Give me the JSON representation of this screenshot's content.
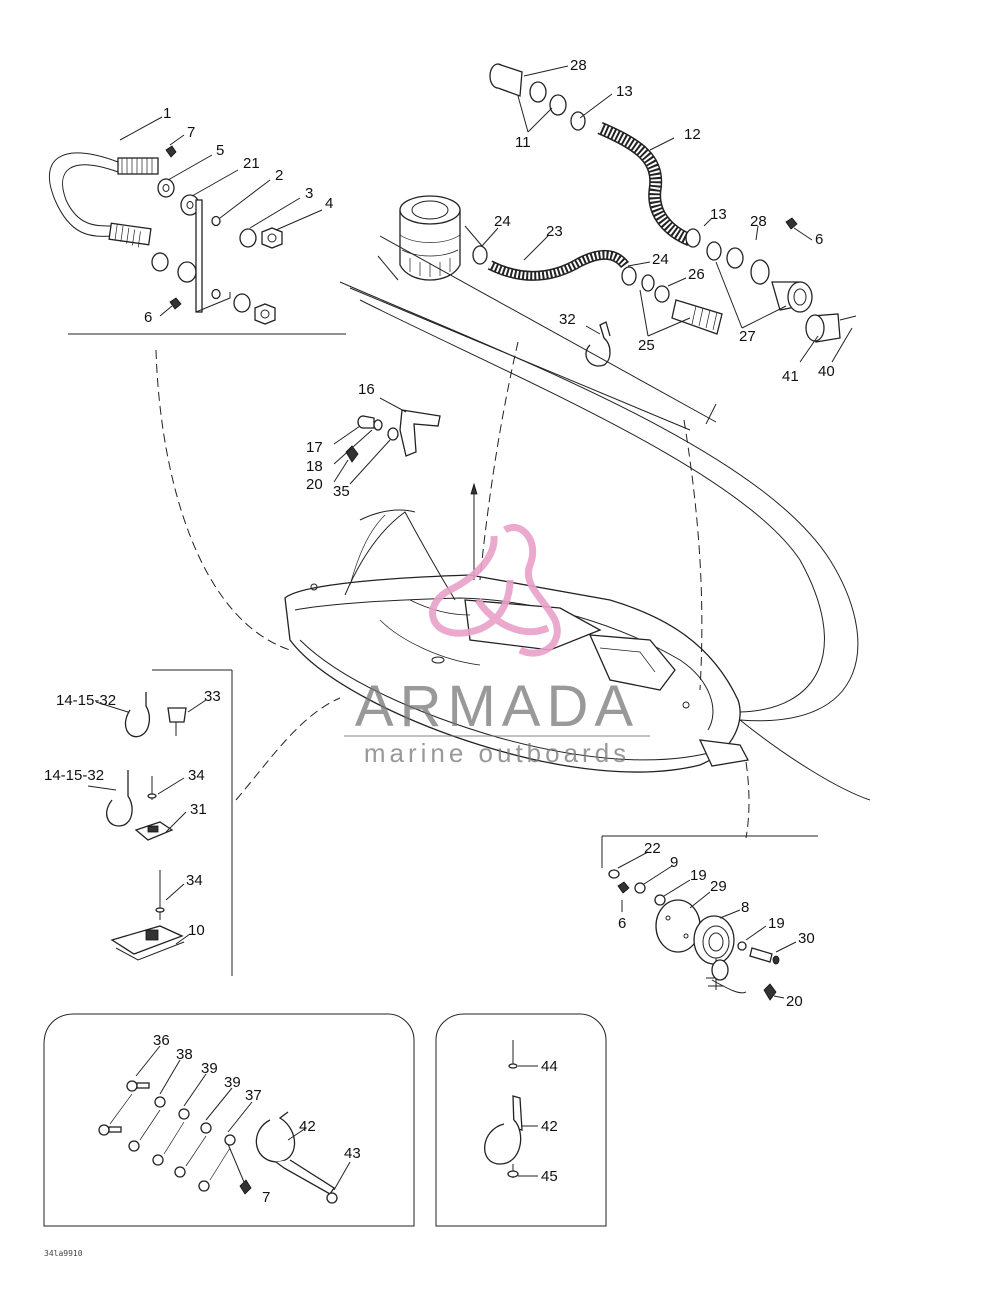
{
  "labels": {
    "l1": "1",
    "l2": "2",
    "l3": "3",
    "l4": "4",
    "l5": "5",
    "l6a": "6",
    "l6b": "6",
    "l6c": "6",
    "l7a": "7",
    "l7b": "7",
    "l8": "8",
    "l9": "9",
    "l10": "10",
    "l11": "11",
    "l12": "12",
    "l13a": "13",
    "l13b": "13",
    "l16": "16",
    "l17": "17",
    "l18": "18",
    "l19a": "19",
    "l19b": "19",
    "l20a": "20",
    "l20b": "20",
    "l21": "21",
    "l22": "22",
    "l23": "23",
    "l24a": "24",
    "l24b": "24",
    "l25": "25",
    "l26": "26",
    "l27": "27",
    "l28a": "28",
    "l28b": "28",
    "l29": "29",
    "l30": "30",
    "l31": "31",
    "l32": "32",
    "l33": "33",
    "l34a": "34",
    "l34b": "34",
    "l35": "35",
    "l36": "36",
    "l37": "37",
    "l38": "38",
    "l39a": "39",
    "l39b": "39",
    "l40": "40",
    "l41": "41",
    "l42a": "42",
    "l42b": "42",
    "l43": "43",
    "l44": "44",
    "l45": "45",
    "l141532a": "14-15-32",
    "l141532b": "14-15-32"
  },
  "watermark": {
    "brand": "ARMADA",
    "tagline": "marine outboards",
    "logo_color": "#e8a0c8",
    "text_color": "#777777"
  },
  "drawing_code": "34la9910"
}
